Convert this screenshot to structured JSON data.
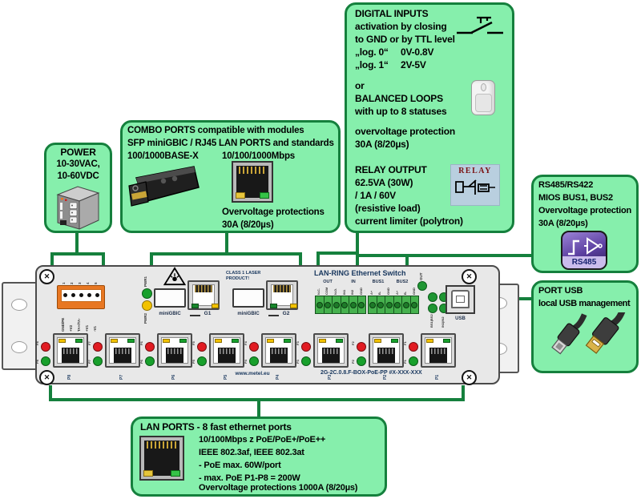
{
  "colors": {
    "box_fill": "#86efac",
    "box_border": "#15803d",
    "line": "#15803d",
    "device_text_navy": "#17365d",
    "power_connector_orange": "#e87722",
    "led_red": "#e11b22",
    "led_green": "#18a02c",
    "led_yellow": "#f2c200",
    "terminal_green": "#46b14e",
    "relay_badge_bg": "#b9cfdf",
    "rs485_badge_purple": "#5b3fa0"
  },
  "icons": {
    "screw_glyph": "✕"
  },
  "callouts": {
    "power": {
      "title": "POWER",
      "line2": "10-30VAC,",
      "line3": "10-60VDC",
      "image": "power-supply-unit"
    },
    "combo": {
      "line1": "COMBO PORTS compatible with modules",
      "line2": "SFP miniGBIC / RJ45 LAN PORTS and standards",
      "sfp_standard": "100/1000BASE-X",
      "rj45_standard": "10/100/1000Mbps",
      "prot1": "Overvoltage protections",
      "prot2": "30A (8/20µs)"
    },
    "digital": {
      "title": "DIGITAL INPUTS",
      "line2": "activation by closing",
      "line3": "to GND or by TTL level",
      "log0_label": "„log. 0“",
      "log0_value": "0V-0.8V",
      "log1_label": "„log. 1“",
      "log1_value": "2V-5V",
      "or": "or",
      "balanced1": "BALANCED LOOPS",
      "balanced2": "with up to 8 statuses",
      "ovp1": "overvoltage protection",
      "ovp2": "30A (8/20µs)",
      "relay_title": "RELAY OUTPUT",
      "relay_line2": "62.5VA (30W)",
      "relay_line3": "/ 1A / 60V",
      "relay_line4": "(resistive load)",
      "relay_line5": "current limiter (polytron)",
      "relay_badge": "RELAY"
    },
    "rs485": {
      "line1": "RS485/RS422",
      "line2": "MIOS BUS1, BUS2",
      "line3": "Overvoltage protection",
      "line4": "30A (8/20µs)",
      "badge": "RS485"
    },
    "usb": {
      "line1": "PORT USB",
      "line2": "local USB management",
      "image": "usb-cables"
    },
    "lan": {
      "title": "LAN PORTS - 8 fast ethernet ports",
      "line2": "10/100Mbps z PoE/PoE+/PoE++",
      "line3": "IEEE 802.3af, IEEE 802.3at",
      "line4": "- PoE max. 60W/port",
      "line5": "- max. PoE P1-P8 = 200W",
      "line6": "Overvoltage protections 1000A (8/20µs)"
    }
  },
  "device": {
    "title": "LAN-RING Ethernet Switch",
    "laser1": "CLASS 1 LASER",
    "laser2": "PRODUCT!",
    "website": "www.metel.eu",
    "model": "2G-2C.0.8.F-BOX-PoE-PP  #X-XXX-XXX",
    "power_pin_numbers": [
      "1",
      "2",
      "3",
      "4",
      "5"
    ],
    "power_pin_labels": [
      "GND/PE",
      "+V2",
      "TA+/TA-",
      "+V1",
      "-V1"
    ],
    "pwr_led_labels": [
      "PWR1",
      "PWR2"
    ],
    "combo1_label": "miniGBIC",
    "combo1_port": "G1",
    "combo2_label": "miniGBIC",
    "combo2_port": "G2",
    "group_labels": [
      "OUT",
      "IN",
      "BUS1",
      "BUS2"
    ],
    "pin_labels": [
      "N.C.",
      "COM",
      "N.O.",
      "IN1",
      "IN2",
      "GND",
      "A+",
      "B-",
      "GND",
      "A+",
      "B-",
      "GND"
    ],
    "out_led_label": "OUT",
    "status_led_label_left": "BS1|BS2",
    "status_led_label_right": "IN1|IN2",
    "usb_label": "USB",
    "ports": [
      {
        "id": "P8",
        "f": "F8"
      },
      {
        "id": "P7",
        "f": "F7"
      },
      {
        "id": "P6",
        "f": "F6"
      },
      {
        "id": "P5",
        "f": "F5"
      },
      {
        "id": "P4",
        "f": "F4"
      },
      {
        "id": "P3",
        "f": "F3"
      },
      {
        "id": "P2",
        "f": "F2"
      },
      {
        "id": "P1",
        "f": "F1"
      }
    ]
  }
}
